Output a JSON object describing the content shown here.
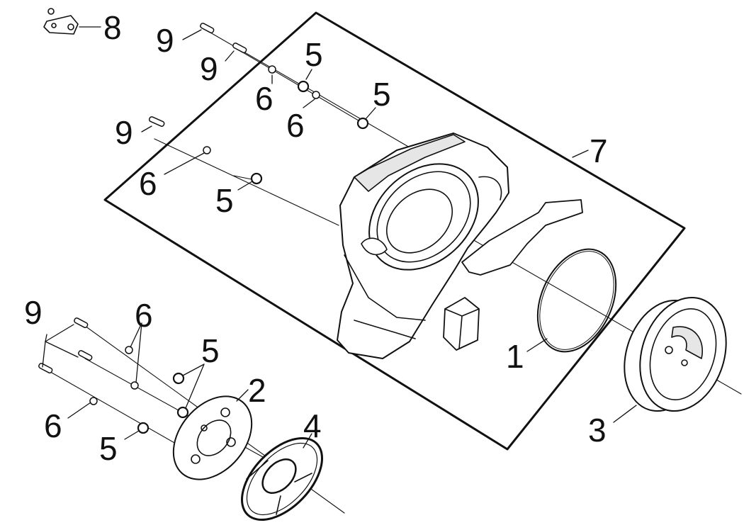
{
  "diagram": {
    "type": "exploded-parts-view",
    "callouts": {
      "c1": "1",
      "c2": "2",
      "c3": "3",
      "c4": "4",
      "c5a": "5",
      "c5b": "5",
      "c5c": "5",
      "c5d": "5",
      "c5e": "5",
      "c6a": "6",
      "c6b": "6",
      "c6c": "6",
      "c6d": "6",
      "c6e": "6",
      "c7": "7",
      "c8": "8",
      "c9a": "9",
      "c9b": "9",
      "c9c": "9",
      "c9d": "9"
    },
    "colors": {
      "line": "#111111",
      "part_fill": "#ffffff",
      "shade": "#e6e6e6",
      "background": "#ffffff"
    }
  }
}
